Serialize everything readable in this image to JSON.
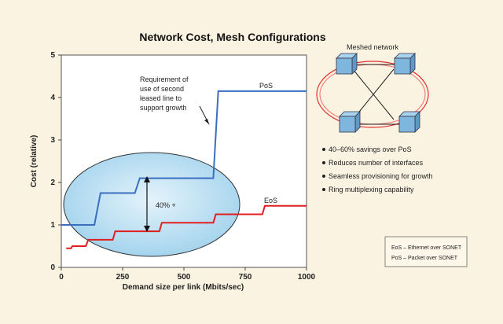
{
  "title": "Network Cost, Mesh Configurations",
  "chart_data": {
    "type": "line",
    "xlabel": "Demand size per link (Mbits/sec)",
    "ylabel": "Cost (relative)",
    "xlim": [
      0,
      1000
    ],
    "ylim": [
      0,
      5
    ],
    "x_ticks": [
      "0",
      "250",
      "500",
      "750",
      "1000"
    ],
    "y_ticks": [
      "0",
      "1",
      "2",
      "3",
      "4",
      "5"
    ],
    "series": [
      {
        "name": "PoS",
        "color": "#3a6ec0",
        "x": [
          0,
          135,
          160,
          300,
          320,
          620,
          640,
          1000
        ],
        "y": [
          1.0,
          1.0,
          1.75,
          1.75,
          2.1,
          2.1,
          4.15,
          4.15
        ]
      },
      {
        "name": "EoS",
        "color": "#e02020",
        "x": [
          20,
          40,
          45,
          100,
          110,
          210,
          220,
          400,
          410,
          620,
          630,
          820,
          830,
          1000
        ],
        "y": [
          0.45,
          0.45,
          0.5,
          0.5,
          0.65,
          0.65,
          0.85,
          0.85,
          1.05,
          1.05,
          1.25,
          1.25,
          1.45,
          1.45
        ]
      }
    ],
    "series_labels": [
      "PoS",
      "EoS"
    ],
    "annotations": {
      "note_lines": [
        "Requirement of",
        "use of second",
        "leased line to",
        "support growth"
      ],
      "savings": "40% +"
    }
  },
  "inset": {
    "title": "Meshed network",
    "bullets": [
      "40–60% savings over PoS",
      "Reduces number of interfaces",
      "Seamless provisioning for growth",
      "Ring multiplexing capability"
    ]
  },
  "legend": {
    "lines": [
      "EoS – Ethernet over SONET",
      "PoS – Packet over SONET"
    ]
  }
}
